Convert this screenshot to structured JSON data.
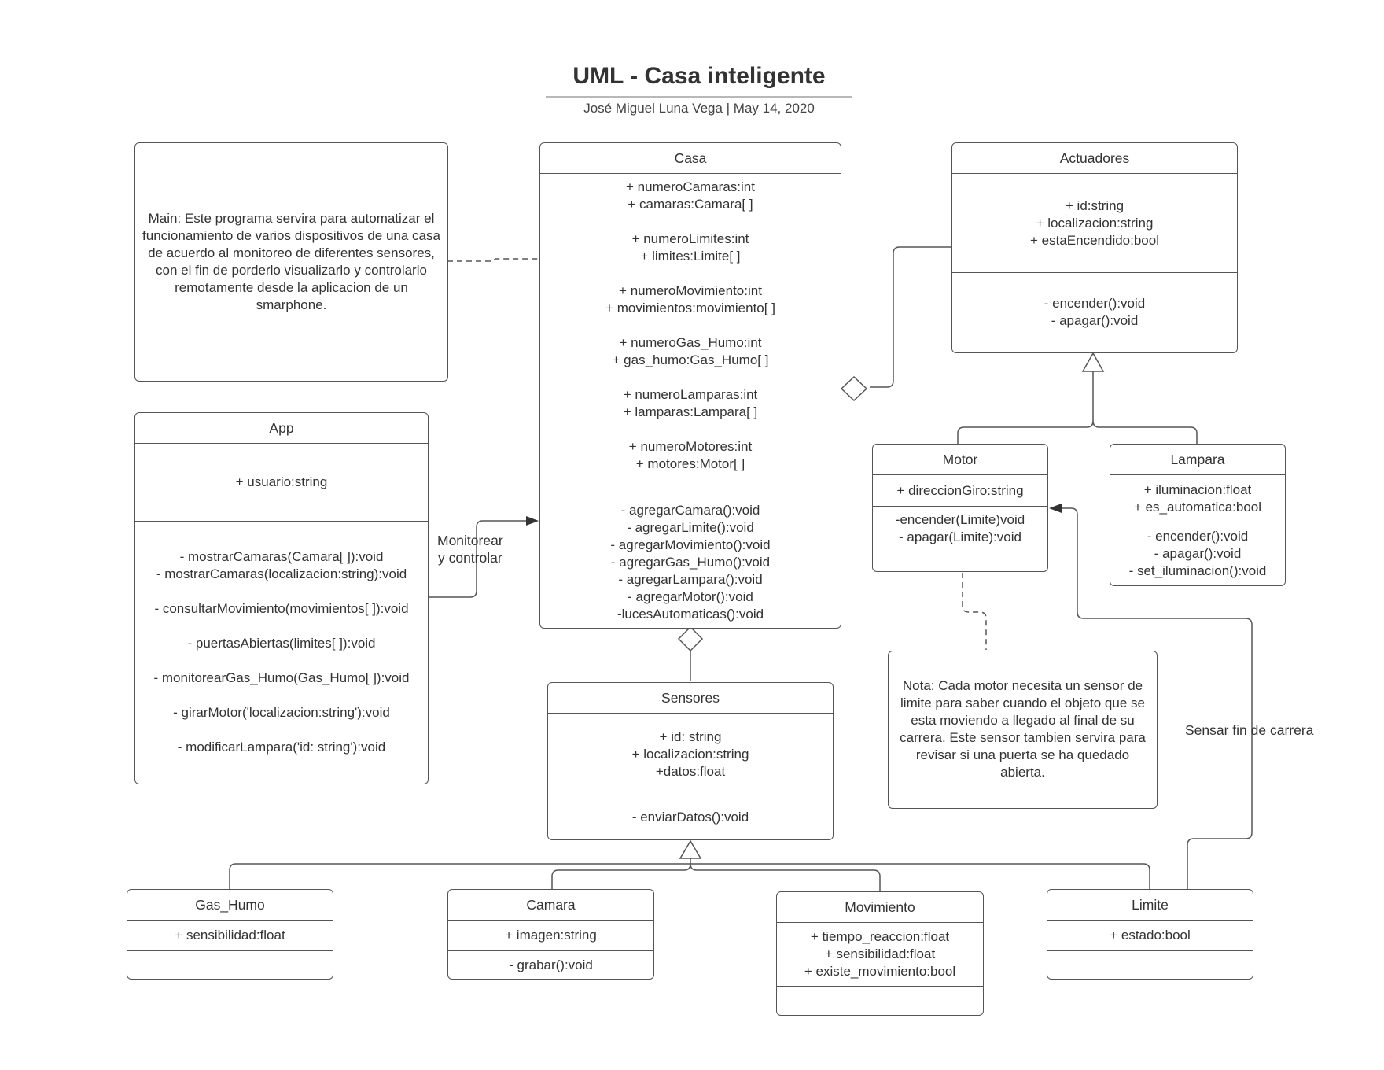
{
  "header": {
    "title": "UML - Casa inteligente",
    "subtitle": "José Miguel Luna Vega  |  May 14, 2020"
  },
  "main_note": "Main: Este programa servira para automatizar el funcionamiento de varios dispositivos de una casa de acuerdo al monitoreo de diferentes sensores, con el fin de porderlo visualizarlo y controlarlo remotamente desde la aplicacion de un smarphone.",
  "motor_note": "Nota:  Cada motor necesita un sensor de limite para saber cuando el objeto  que se esta moviendo a llegado al final de su carrera. Este sensor tambien servira para revisar si una puerta se ha quedado abierta.",
  "labels": {
    "monitorear": [
      "Monitorear",
      "y controlar"
    ],
    "sensar": "Sensar fin de carrera"
  },
  "classes": {
    "casa": {
      "name": "Casa",
      "attributes": [
        "+ numeroCamaras:int",
        "+ camaras:Camara[ ]",
        "",
        "+ numeroLimites:int",
        "+ limites:Limite[ ]",
        "",
        "+ numeroMovimiento:int",
        "+ movimientos:movimiento[ ]",
        "",
        "+ numeroGas_Humo:int",
        "+ gas_humo:Gas_Humo[ ]",
        "",
        "+ numeroLamparas:int",
        "+ lamparas:Lampara[ ]",
        "",
        "+ numeroMotores:int",
        "+ motores:Motor[ ]"
      ],
      "methods": [
        "- agregarCamara():void",
        "- agregarLimite():void",
        "- agregarMovimiento():void",
        "- agregarGas_Humo():void",
        "- agregarLampara():void",
        "- agregarMotor():void",
        "-lucesAutomaticas():void"
      ]
    },
    "actuadores": {
      "name": "Actuadores",
      "attributes": [
        "+ id:string",
        "+ localizacion:string",
        "+ estaEncendido:bool"
      ],
      "methods": [
        "- encender():void",
        "- apagar():void"
      ]
    },
    "app": {
      "name": "App",
      "attributes": [
        "+ usuario:string"
      ],
      "methods": [
        "- mostrarCamaras(Camara[ ]):void",
        "- mostrarCamaras(localizacion:string):void",
        "",
        "- consultarMovimiento(movimientos[ ]):void",
        "",
        "- puertasAbiertas(limites[ ]):void",
        "",
        "- monitorearGas_Humo(Gas_Humo[ ]):void",
        "",
        "- girarMotor('localizacion:string'):void",
        "",
        "- modificarLampara('id: string'):void"
      ]
    },
    "motor": {
      "name": "Motor",
      "attributes": [
        "+ direccionGiro:string"
      ],
      "methods": [
        "-encender(Limite)void",
        "- apagar(Limite):void"
      ]
    },
    "lampara": {
      "name": "Lampara",
      "attributes": [
        "+ iluminacion:float",
        "+ es_automatica:bool"
      ],
      "methods": [
        "- encender():void",
        "- apagar():void",
        "- set_iluminacion():void"
      ]
    },
    "sensores": {
      "name": "Sensores",
      "attributes": [
        "+ id: string",
        "+ localizacion:string",
        "+datos:float"
      ],
      "methods": [
        "- enviarDatos():void"
      ]
    },
    "gas_humo": {
      "name": "Gas_Humo",
      "attributes": [
        "+ sensibilidad:float"
      ],
      "methods": []
    },
    "camara": {
      "name": "Camara",
      "attributes": [
        "+ imagen:string"
      ],
      "methods": [
        "- grabar():void"
      ]
    },
    "movimiento": {
      "name": "Movimiento",
      "attributes": [
        "+ tiempo_reaccion:float",
        "+ sensibilidad:float",
        "+ existe_movimiento:bool"
      ],
      "methods": []
    },
    "limite": {
      "name": "Limite",
      "attributes": [
        "+ estado:bool"
      ],
      "methods": []
    }
  }
}
